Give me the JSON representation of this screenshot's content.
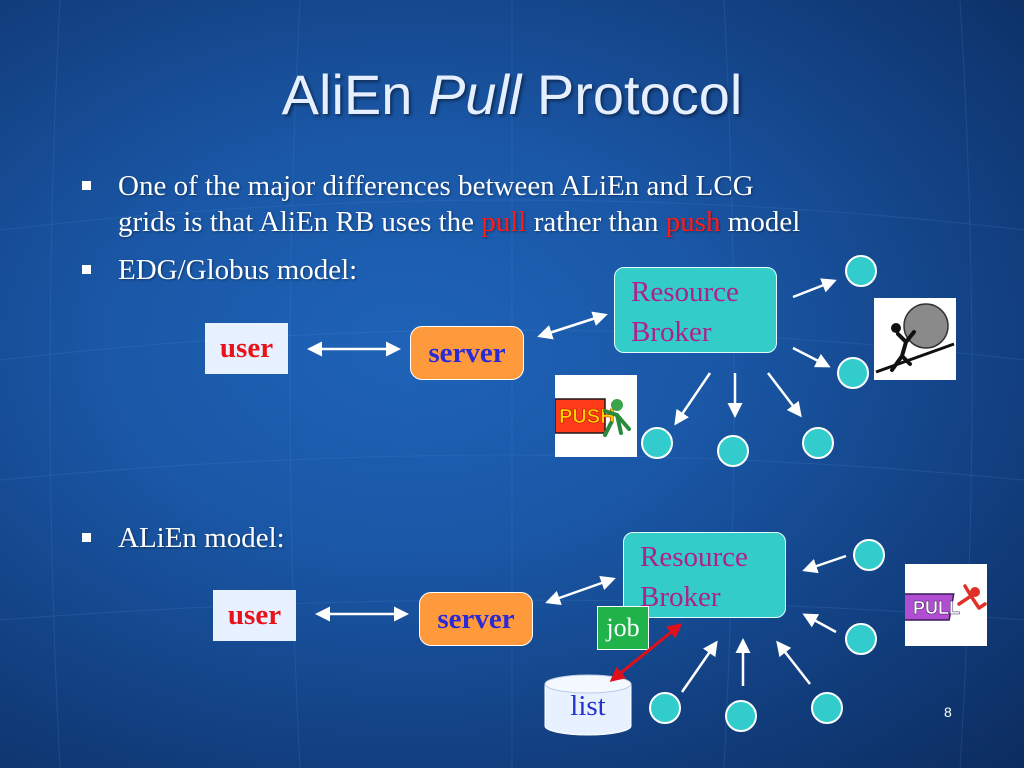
{
  "slide": {
    "title_part1": "AliEn",
    "title_part2": "Pull",
    "title_part3": "Protocol",
    "page_number": "8"
  },
  "bullets": {
    "b1_line1": "One of the major differences between ALiEn and LCG",
    "b1_line2_a": "grids is that AliEn RB uses the",
    "b1_pull": "pull",
    "b1_line2_b": "rather than",
    "b1_push": "push",
    "b1_line2_c": "model",
    "b2": "EDG/Globus model:",
    "b3": "ALiEn model:"
  },
  "edg_diagram": {
    "user": "user",
    "server": "server",
    "rb_line1": "Resource",
    "rb_line2": "Broker",
    "push_icon": "push-logo-icon",
    "sisyphus_icon": "sisyphus-icon"
  },
  "alien_diagram": {
    "user": "user",
    "server": "server",
    "rb_line1": "Resource",
    "rb_line2": "Broker",
    "job": "job",
    "list": "list",
    "pull_icon": "pull-logo-icon"
  },
  "colors": {
    "background": "#1a57a6",
    "node": "#33cccc",
    "server": "#ff9a3c",
    "broker": "#33ccc9",
    "broker_text": "#b0208c",
    "highlight_red": "#ff1a1a",
    "job_green": "#1fb34a"
  }
}
